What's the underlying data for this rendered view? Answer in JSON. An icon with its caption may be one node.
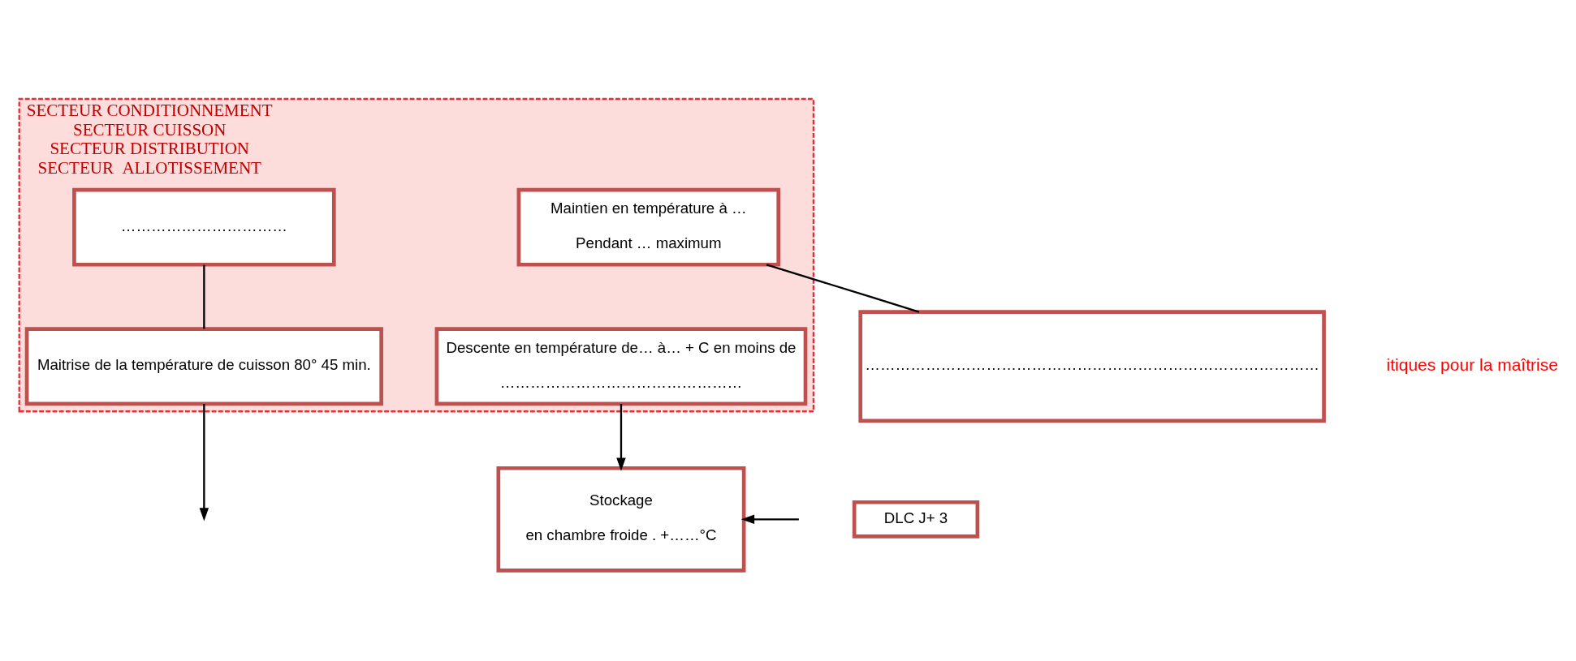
{
  "diagram": {
    "nodes": [
      {
        "text": [
          "SECTEUR CONDITIONNEMENT",
          "SECTEUR CUISSON",
          "SECTEUR DISTRIBUTION",
          "SECTEUR  ALLOTISSEMENT"
        ]
      },
      {
        "text": [
          "……………………………"
        ],
        "in": 0
      },
      {
        "text": [
          "Maitrise de la température de cuisson 80° 45 min."
        ],
        "in": 0
      },
      {
        "text": [
          "Maintien en température à …",
          "Pendant … maximum"
        ],
        "in": 0
      },
      {
        "text": [
          "Descente en température de… à… + C en moins de",
          "…………………………………………"
        ],
        "in": 0
      },
      {
        "text": [
          "………………………………………………………………………………"
        ]
      },
      {
        "text": [
          "Stockage",
          "en chambre froide . +……°C"
        ]
      },
      {
        "text": [
          "DLC J+ 3"
        ]
      }
    ],
    "edges": [
      {
        "from": 1,
        "to": 2,
        "arrow": "none"
      },
      {
        "from": 2,
        "to": null,
        "arrow": "to"
      },
      {
        "from": 3,
        "to": 5,
        "arrow": "none"
      },
      {
        "from": 4,
        "to": 6,
        "arrow": "to"
      },
      {
        "from": null,
        "to": 6,
        "arrow": "to"
      }
    ],
    "labels": [
      "itiques pour la maîtrise"
    ]
  }
}
